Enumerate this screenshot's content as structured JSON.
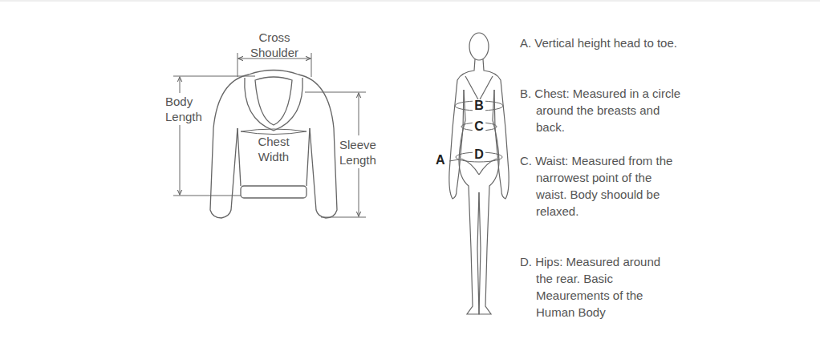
{
  "diagram": {
    "labels": [
      "Cross Shoulder",
      "Body Length",
      "Chest Width",
      "Sleeve Length",
      "B",
      "C",
      "A",
      "D",
      "A. Vertical height head to toe.",
      "B. Chest: Measured in a circle around the breasts and back.",
      "C. Waist: Measured from the narrowest point of the waist. Body shoould be relaxed.",
      "D. Hips: Measured around the rear. Basic Meaurements of the Human Body"
    ]
  }
}
